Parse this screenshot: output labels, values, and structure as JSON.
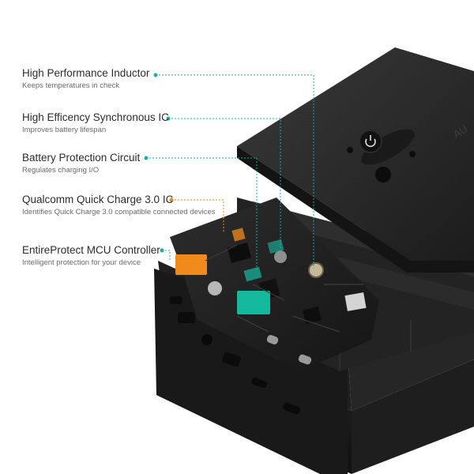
{
  "features": [
    {
      "title": "High Performance Inductor",
      "subtitle": "Keeps temperatures in check",
      "color": "#1ab09a"
    },
    {
      "title": "High Efficency Synchronous IC",
      "subtitle": "Improves battery lifespan",
      "color": "#1ab09a"
    },
    {
      "title": "Battery Protection Circuit",
      "subtitle": "Regulates charging I/O",
      "color": "#1ab09a"
    },
    {
      "title": "Qualcomm Quick Charge 3.0 IC",
      "subtitle": "Identifies Quick Charge 3.0 compatible connected devices",
      "color": "#f08a1c"
    },
    {
      "title": "EntireProtect MCU Controller",
      "subtitle": "Intelligent protection for your device",
      "color": "#1ab09a"
    }
  ],
  "device": {
    "brand_text": "AU",
    "usb_port_colors": [
      "#f08a1c",
      "#14b89b"
    ]
  }
}
